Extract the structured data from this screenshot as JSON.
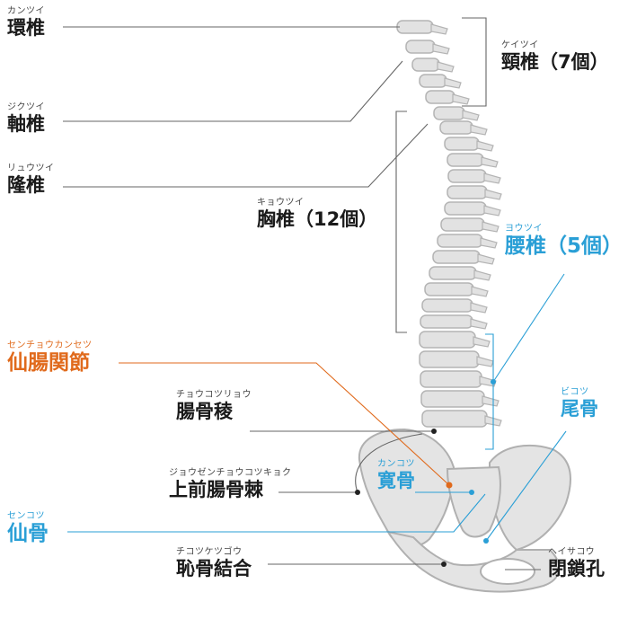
{
  "labels": {
    "kantsui": {
      "ruby": "カンツイ",
      "name": "環椎"
    },
    "jikutsui": {
      "ruby": "ジクツイ",
      "name": "軸椎"
    },
    "ryuutsui": {
      "ruby": "リュウツイ",
      "name": "隆椎"
    },
    "keitsui": {
      "ruby": "ケイツイ",
      "name": "頸椎（7個）"
    },
    "kyoutsui": {
      "ruby": "キョウツイ",
      "name": "胸椎（12個）"
    },
    "youtsui": {
      "ruby": "ヨウツイ",
      "name": "腰椎（5個）"
    },
    "senchou": {
      "ruby": "センチョウカンセツ",
      "name": "仙腸関節"
    },
    "choukotsuryou": {
      "ruby": "チョウコツリョウ",
      "name": "腸骨稜"
    },
    "bikotsu": {
      "ruby": "ビコツ",
      "name": "尾骨"
    },
    "kankotsu": {
      "ruby": "カンコツ",
      "name": "寛骨"
    },
    "jouzen": {
      "ruby": "ジョウゼンチョウコツキョク",
      "name": "上前腸骨棘"
    },
    "senkotsu": {
      "ruby": "センコツ",
      "name": "仙骨"
    },
    "chikotsu": {
      "ruby": "チコツケツゴウ",
      "name": "恥骨結合"
    },
    "heisakou": {
      "ruby": "ヘイサコウ",
      "name": "閉鎖孔"
    }
  },
  "colors": {
    "bone": "#e2e2e2",
    "bone_stroke": "#b4b4b4",
    "line": "#555555",
    "blue": "#2a9fd6",
    "orange": "#e06a1c"
  }
}
